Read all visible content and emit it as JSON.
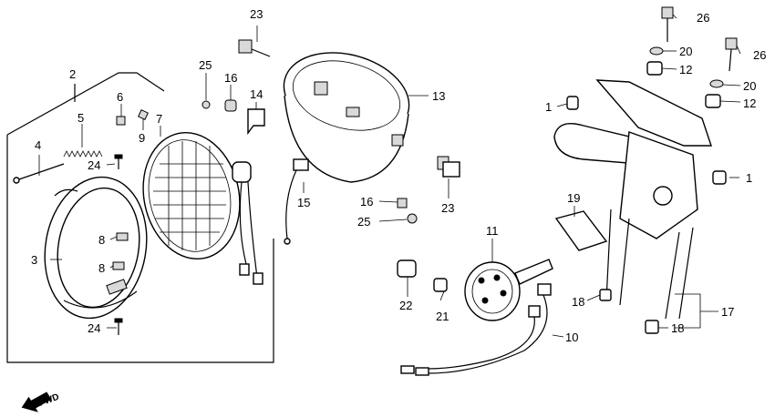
{
  "diagram": {
    "fwd_label": "FWD",
    "callouts": [
      {
        "id": "c1a",
        "text": "1"
      },
      {
        "id": "c1b",
        "text": "1"
      },
      {
        "id": "c2",
        "text": "2"
      },
      {
        "id": "c3",
        "text": "3"
      },
      {
        "id": "c4",
        "text": "4"
      },
      {
        "id": "c5",
        "text": "5"
      },
      {
        "id": "c6",
        "text": "6"
      },
      {
        "id": "c7",
        "text": "7"
      },
      {
        "id": "c8a",
        "text": "8"
      },
      {
        "id": "c8b",
        "text": "8"
      },
      {
        "id": "c9",
        "text": "9"
      },
      {
        "id": "c10",
        "text": "10"
      },
      {
        "id": "c11",
        "text": "11"
      },
      {
        "id": "c12a",
        "text": "12"
      },
      {
        "id": "c12b",
        "text": "12"
      },
      {
        "id": "c13",
        "text": "13"
      },
      {
        "id": "c14",
        "text": "14"
      },
      {
        "id": "c15",
        "text": "15"
      },
      {
        "id": "c16a",
        "text": "16"
      },
      {
        "id": "c16b",
        "text": "16"
      },
      {
        "id": "c17",
        "text": "17"
      },
      {
        "id": "c18a",
        "text": "18"
      },
      {
        "id": "c18b",
        "text": "18"
      },
      {
        "id": "c19",
        "text": "19"
      },
      {
        "id": "c20a",
        "text": "20"
      },
      {
        "id": "c20b",
        "text": "20"
      },
      {
        "id": "c21",
        "text": "21"
      },
      {
        "id": "c22",
        "text": "22"
      },
      {
        "id": "c23a",
        "text": "23"
      },
      {
        "id": "c23b",
        "text": "23"
      },
      {
        "id": "c24a",
        "text": "24"
      },
      {
        "id": "c24b",
        "text": "24"
      },
      {
        "id": "c25a",
        "text": "25"
      },
      {
        "id": "c25b",
        "text": "25"
      },
      {
        "id": "c26a",
        "text": "26"
      },
      {
        "id": "c26b",
        "text": "26"
      }
    ]
  }
}
